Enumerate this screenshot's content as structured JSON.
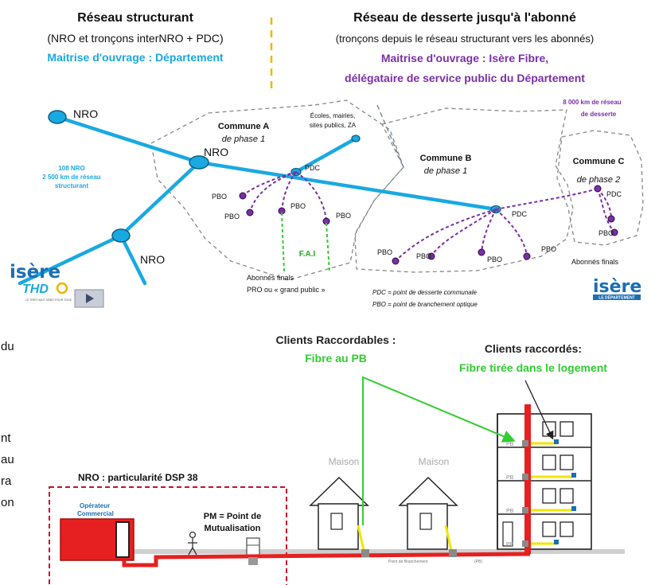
{
  "colors": {
    "cyan": "#19a9e1",
    "purple": "#7b2fa6",
    "green": "#33cc33",
    "red": "#e62020",
    "yellow": "#f2e600",
    "orange": "#f0b400",
    "dark": "#111111",
    "gray": "#777777"
  },
  "top": {
    "left_title": "Réseau structurant",
    "left_sub": "(NRO et tronçons interNRO + PDC)",
    "left_moa": "Maitrise d'ouvrage : Département",
    "right_title": "Réseau de desserte jusqu'à l'abonné",
    "right_sub": "(tronçons depuis le réseau structurant vers les abonnés)",
    "right_moa_1": "Maitrise d'ouvrage : Isère Fibre,",
    "right_moa_2": "délégataire de service public du Département"
  },
  "network": {
    "nro_labels": [
      "NRO",
      "NRO",
      "NRO"
    ],
    "stats_1": "108 NRO",
    "stats_2": "2 500 km de réseau",
    "stats_3": "structurant",
    "desserte_1": "8 000 km de réseau",
    "desserte_2": "de desserte",
    "commune_a": "Commune A",
    "commune_a_phase": "de phase 1",
    "commune_b": "Commune B",
    "commune_b_phase": "de phase 1",
    "commune_c": "Commune C",
    "commune_c_phase": "de phase 2",
    "sites_1": "Écoles, mairies,",
    "sites_2": "sites publics, ZA",
    "pdc": "PDC",
    "pbo": "PBO",
    "fai": "F.A.I",
    "abonnes_1": "Abonnés finals",
    "abonnes_2": "PRO ou « grand public »",
    "abonnes_right": "Abonnés finals",
    "legend_pdc": "PDC = point de desserte communale",
    "legend_pbo": "PBO = point de branchement optique"
  },
  "logos": {
    "isere_thd_1": "isère",
    "isere_thd_2": "THD",
    "isere_thd_tag": "LE TRÈS HAUT DÉBIT POUR TOUS",
    "isere_dep": "isère",
    "isere_dep_tag": "LE DÉPARTEMENT"
  },
  "side_text": [
    "du",
    "nt",
    "au",
    "ra",
    "on"
  ],
  "bottom": {
    "clients_raccordables": "Clients Raccordables :",
    "fibre_pb": "Fibre au PB",
    "clients_raccordes": "Clients raccordés:",
    "fibre_tiree": "Fibre tirée dans le logement",
    "nro_title": "NRO : particularité DSP 38",
    "operateur_1": "Opérateur",
    "operateur_2": "Commercial",
    "pm_1": "PM = Point de",
    "pm_2": "Mutualisation",
    "maison_1": "Maison",
    "maison_2": "Maison",
    "pb_labels": [
      "PB",
      "PB",
      "PB",
      "PB"
    ],
    "pbranch": "Point de Branchement",
    "pbranch_abbr": "(PB)"
  }
}
